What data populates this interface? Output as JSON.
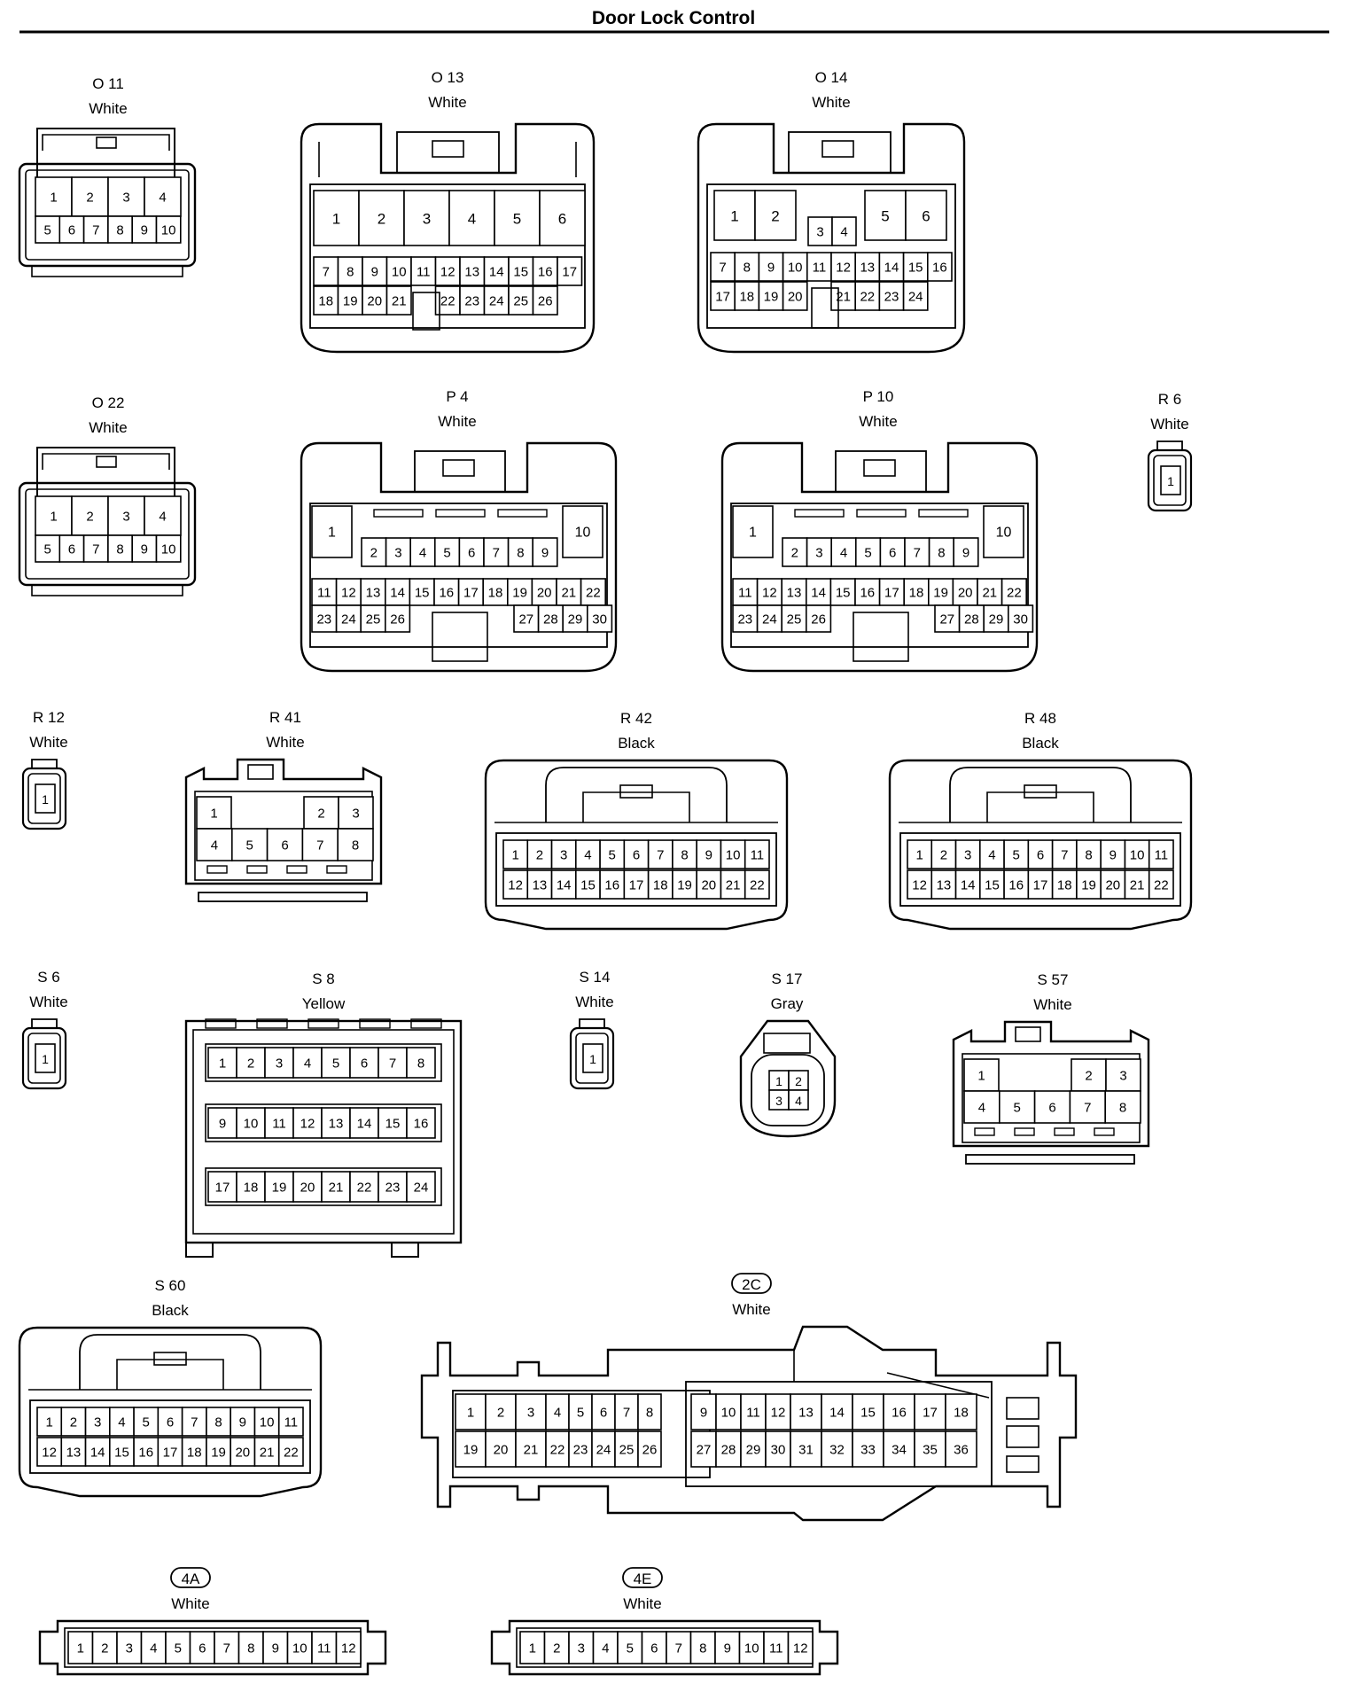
{
  "page": {
    "title": "Door Lock Control"
  },
  "connectors": [
    {
      "id": "O 11",
      "color": "White",
      "pins": [
        [
          "1",
          "2",
          "3",
          "4"
        ],
        [
          "5",
          "6",
          "7",
          "8",
          "9",
          "10"
        ]
      ]
    },
    {
      "id": "O 13",
      "color": "White",
      "pins": [
        [
          "1",
          "2",
          "3",
          "4",
          "5",
          "6"
        ],
        [
          "7",
          "8",
          "9",
          "10",
          "11",
          "12",
          "13",
          "14",
          "15",
          "16",
          "17"
        ],
        [
          "18",
          "19",
          "20",
          "21",
          "",
          "22",
          "23",
          "24",
          "25",
          "26"
        ]
      ]
    },
    {
      "id": "O 14",
      "color": "White",
      "pins": [
        [
          "1",
          "2",
          "",
          "5",
          "6"
        ],
        [
          "3",
          "4"
        ],
        [
          "7",
          "8",
          "9",
          "10",
          "11",
          "12",
          "13",
          "14",
          "15",
          "16"
        ],
        [
          "17",
          "18",
          "19",
          "20",
          "",
          "21",
          "22",
          "23",
          "24"
        ]
      ]
    },
    {
      "id": "O 22",
      "color": "White",
      "pins": [
        [
          "1",
          "2",
          "3",
          "4"
        ],
        [
          "5",
          "6",
          "7",
          "8",
          "9",
          "10"
        ]
      ]
    },
    {
      "id": "P 4",
      "color": "White",
      "pins": [
        [
          "1",
          "10"
        ],
        [
          "2",
          "3",
          "4",
          "5",
          "6",
          "7",
          "8",
          "9"
        ],
        [
          "11",
          "12",
          "13",
          "14",
          "15",
          "16",
          "17",
          "18",
          "19",
          "20",
          "21",
          "22"
        ],
        [
          "23",
          "24",
          "25",
          "26",
          "",
          "27",
          "28",
          "29",
          "30"
        ]
      ]
    },
    {
      "id": "P 10",
      "color": "White",
      "pins": [
        [
          "1",
          "10"
        ],
        [
          "2",
          "3",
          "4",
          "5",
          "6",
          "7",
          "8",
          "9"
        ],
        [
          "11",
          "12",
          "13",
          "14",
          "15",
          "16",
          "17",
          "18",
          "19",
          "20",
          "21",
          "22"
        ],
        [
          "23",
          "24",
          "25",
          "26",
          "",
          "27",
          "28",
          "29",
          "30"
        ]
      ]
    },
    {
      "id": "R 6",
      "color": "White",
      "pins": [
        [
          "1"
        ]
      ]
    },
    {
      "id": "R 12",
      "color": "White",
      "pins": [
        [
          "1"
        ]
      ]
    },
    {
      "id": "R 41",
      "color": "White",
      "pins": [
        [
          "1",
          "",
          "2",
          "3"
        ],
        [
          "4",
          "5",
          "6",
          "7",
          "8"
        ]
      ]
    },
    {
      "id": "R 42",
      "color": "Black",
      "pins": [
        [
          "1",
          "2",
          "3",
          "4",
          "5",
          "6",
          "7",
          "8",
          "9",
          "10",
          "11"
        ],
        [
          "12",
          "13",
          "14",
          "15",
          "16",
          "17",
          "18",
          "19",
          "20",
          "21",
          "22"
        ]
      ]
    },
    {
      "id": "R 48",
      "color": "Black",
      "pins": [
        [
          "1",
          "2",
          "3",
          "4",
          "5",
          "6",
          "7",
          "8",
          "9",
          "10",
          "11"
        ],
        [
          "12",
          "13",
          "14",
          "15",
          "16",
          "17",
          "18",
          "19",
          "20",
          "21",
          "22"
        ]
      ]
    },
    {
      "id": "S 6",
      "color": "White",
      "pins": [
        [
          "1"
        ]
      ]
    },
    {
      "id": "S 8",
      "color": "Yellow",
      "pins": [
        [
          "1",
          "2",
          "3",
          "4",
          "5",
          "6",
          "7",
          "8"
        ],
        [
          "9",
          "10",
          "11",
          "12",
          "13",
          "14",
          "15",
          "16"
        ],
        [
          "17",
          "18",
          "19",
          "20",
          "21",
          "22",
          "23",
          "24"
        ]
      ]
    },
    {
      "id": "S 14",
      "color": "White",
      "pins": [
        [
          "1"
        ]
      ]
    },
    {
      "id": "S 17",
      "color": "Gray",
      "pins": [
        [
          "1",
          "2"
        ],
        [
          "3",
          "4"
        ]
      ]
    },
    {
      "id": "S 57",
      "color": "White",
      "pins": [
        [
          "1",
          "",
          "2",
          "3"
        ],
        [
          "4",
          "5",
          "6",
          "7",
          "8"
        ]
      ]
    },
    {
      "id": "S 60",
      "color": "Black",
      "pins": [
        [
          "1",
          "2",
          "3",
          "4",
          "5",
          "6",
          "7",
          "8",
          "9",
          "10",
          "11"
        ],
        [
          "12",
          "13",
          "14",
          "15",
          "16",
          "17",
          "18",
          "19",
          "20",
          "21",
          "22"
        ]
      ]
    },
    {
      "id": "2C",
      "color": "White",
      "badge": true,
      "pins": [
        [
          "1",
          "2",
          "3",
          "4",
          "5",
          "6",
          "7",
          "8",
          "9",
          "10",
          "11",
          "12",
          "13",
          "14",
          "15",
          "16",
          "17",
          "18"
        ],
        [
          "19",
          "20",
          "21",
          "22",
          "23",
          "24",
          "25",
          "26",
          "27",
          "28",
          "29",
          "30",
          "31",
          "32",
          "33",
          "34",
          "35",
          "36"
        ]
      ]
    },
    {
      "id": "4A",
      "color": "White",
      "badge": true,
      "pins": [
        [
          "1",
          "2",
          "3",
          "4",
          "5",
          "6",
          "7",
          "8",
          "9",
          "10",
          "11",
          "12"
        ]
      ]
    },
    {
      "id": "4E",
      "color": "White",
      "badge": true,
      "pins": [
        [
          "1",
          "2",
          "3",
          "4",
          "5",
          "6",
          "7",
          "8",
          "9",
          "10",
          "11",
          "12"
        ]
      ]
    }
  ]
}
